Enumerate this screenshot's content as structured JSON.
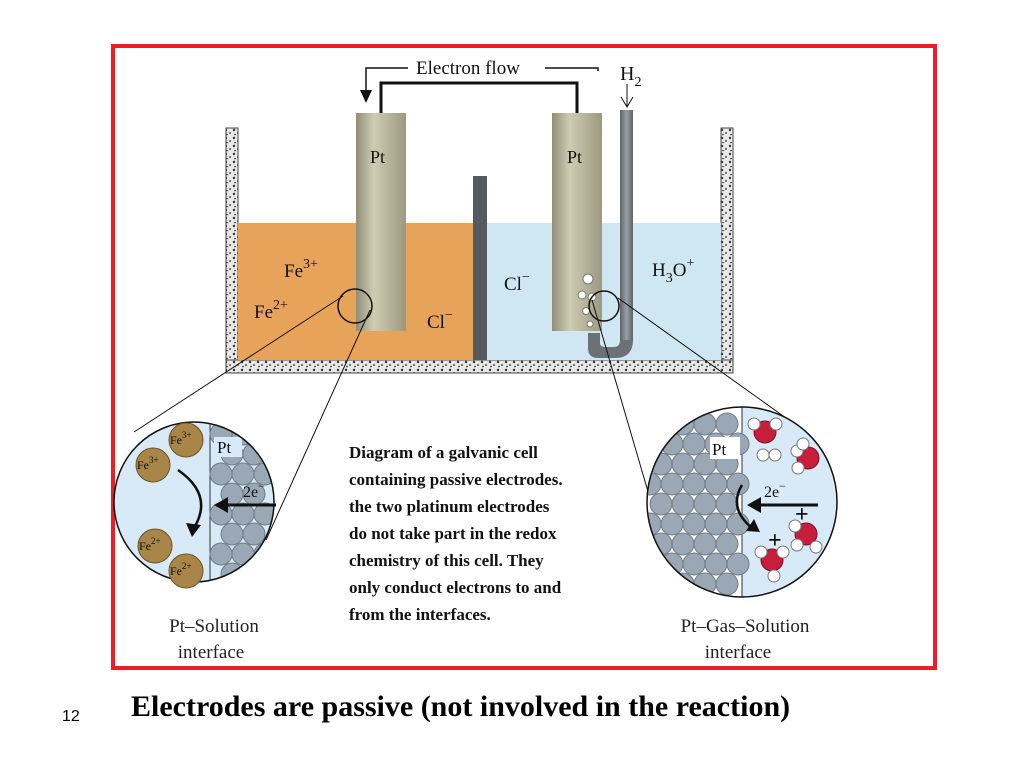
{
  "slide": {
    "number": "12",
    "caption": "Electrodes are passive (not involved in the reaction)"
  },
  "colors": {
    "frame_border": "#ee1c24",
    "left_solution": "#e8a35a",
    "right_solution": "#cfe6f3",
    "electrode": "#b5b29a",
    "pt_atom": "#9aa8b5",
    "fe_ion": "#a98547",
    "oxygen": "#c81e3c"
  },
  "diagram": {
    "electron_flow_label": "Electron flow",
    "h2_label": "H",
    "h2_sub": "2",
    "left_electrode_label": "Pt",
    "right_electrode_label": "Pt",
    "fe3_label": "Fe",
    "fe3_sup": "3+",
    "fe2_label": "Fe",
    "fe2_sup": "2+",
    "cl_left_label": "Cl",
    "cl_left_sup": "−",
    "cl_right_label": "Cl",
    "cl_right_sup": "−",
    "h3o_label": "H",
    "h3o_sub": "3",
    "h3o_o": "O",
    "h3o_sup": "+",
    "description_lines": [
      "Diagram of a galvanic cell",
      "containing passive electrodes.",
      "the two platinum electrodes",
      "do not take part in the redox",
      "chemistry of this cell. They",
      "only conduct electrons to and",
      "from the interfaces."
    ]
  },
  "left_zoom": {
    "pt_label": "Pt",
    "electron_label": "2e",
    "electron_sup": "−",
    "fe3_ion_1": "Fe",
    "fe3_ion_1_sup": "3+",
    "fe3_ion_2": "Fe",
    "fe3_ion_2_sup": "3+",
    "fe2_ion_1": "Fe",
    "fe2_ion_1_sup": "2+",
    "fe2_ion_2": "Fe",
    "fe2_ion_2_sup": "2+",
    "caption_line1": "Pt–Solution",
    "caption_line2": "interface"
  },
  "right_zoom": {
    "pt_label": "Pt",
    "electron_label": "2e",
    "electron_sup": "−",
    "plus_1": "+",
    "plus_2": "+",
    "caption_line1": "Pt–Gas–Solution",
    "caption_line2": "interface"
  }
}
